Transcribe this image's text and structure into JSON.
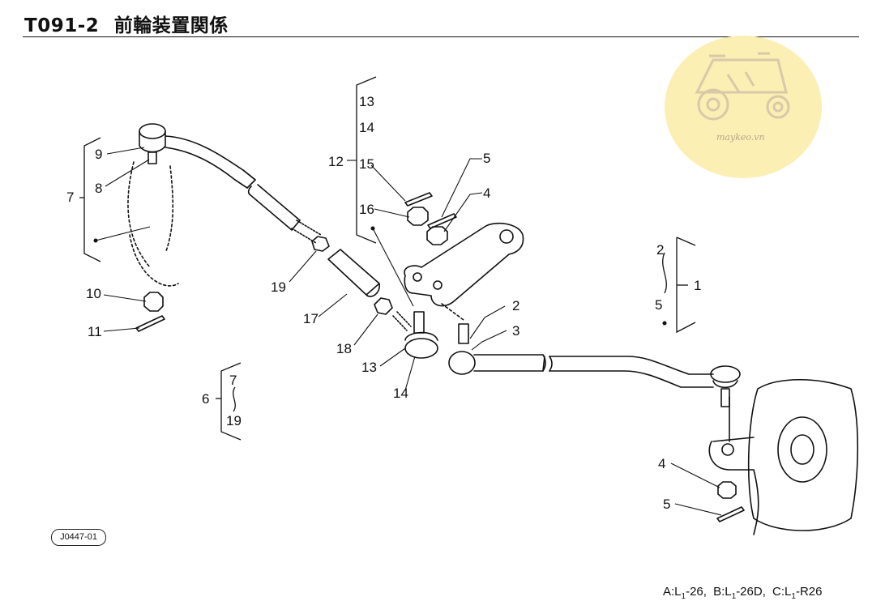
{
  "header": {
    "code": "T091-2",
    "title": "前輪装置関係"
  },
  "logo": {
    "text": "maykeo.vn",
    "color": "#fbefb4",
    "icon": "tractor-icon"
  },
  "diagram": {
    "ref_code": "J0447-01",
    "part_labels": [
      {
        "id": "9",
        "text": "9"
      },
      {
        "id": "8",
        "text": "8"
      },
      {
        "id": "7",
        "text": "7"
      },
      {
        "id": "10",
        "text": "10"
      },
      {
        "id": "11",
        "text": "11"
      },
      {
        "id": "19a",
        "text": "19"
      },
      {
        "id": "17",
        "text": "17"
      },
      {
        "id": "18",
        "text": "18"
      },
      {
        "id": "13a",
        "text": "13"
      },
      {
        "id": "14a",
        "text": "14"
      },
      {
        "id": "13b",
        "text": "13"
      },
      {
        "id": "14b",
        "text": "14"
      },
      {
        "id": "12",
        "text": "12"
      },
      {
        "id": "15",
        "text": "15"
      },
      {
        "id": "16",
        "text": "16"
      },
      {
        "id": "5a",
        "text": "5"
      },
      {
        "id": "4a",
        "text": "4"
      },
      {
        "id": "2a",
        "text": "2"
      },
      {
        "id": "3",
        "text": "3"
      },
      {
        "id": "2b",
        "text": "2"
      },
      {
        "id": "5b",
        "text": "5"
      },
      {
        "id": "1",
        "text": "1"
      },
      {
        "id": "6",
        "text": "6"
      },
      {
        "id": "7b",
        "text": "7"
      },
      {
        "id": "19b",
        "text": "19"
      },
      {
        "id": "4b",
        "text": "4"
      },
      {
        "id": "5c",
        "text": "5"
      }
    ]
  },
  "footer": {
    "models_prefix_a": "A:L",
    "sub_a": "1",
    "models_suffix_a": "-26,",
    "models_prefix_b": "B:L",
    "sub_b": "1",
    "models_suffix_b": "-26D,",
    "models_prefix_c": "C:L",
    "sub_c": "1",
    "models_suffix_c": "-R26"
  }
}
